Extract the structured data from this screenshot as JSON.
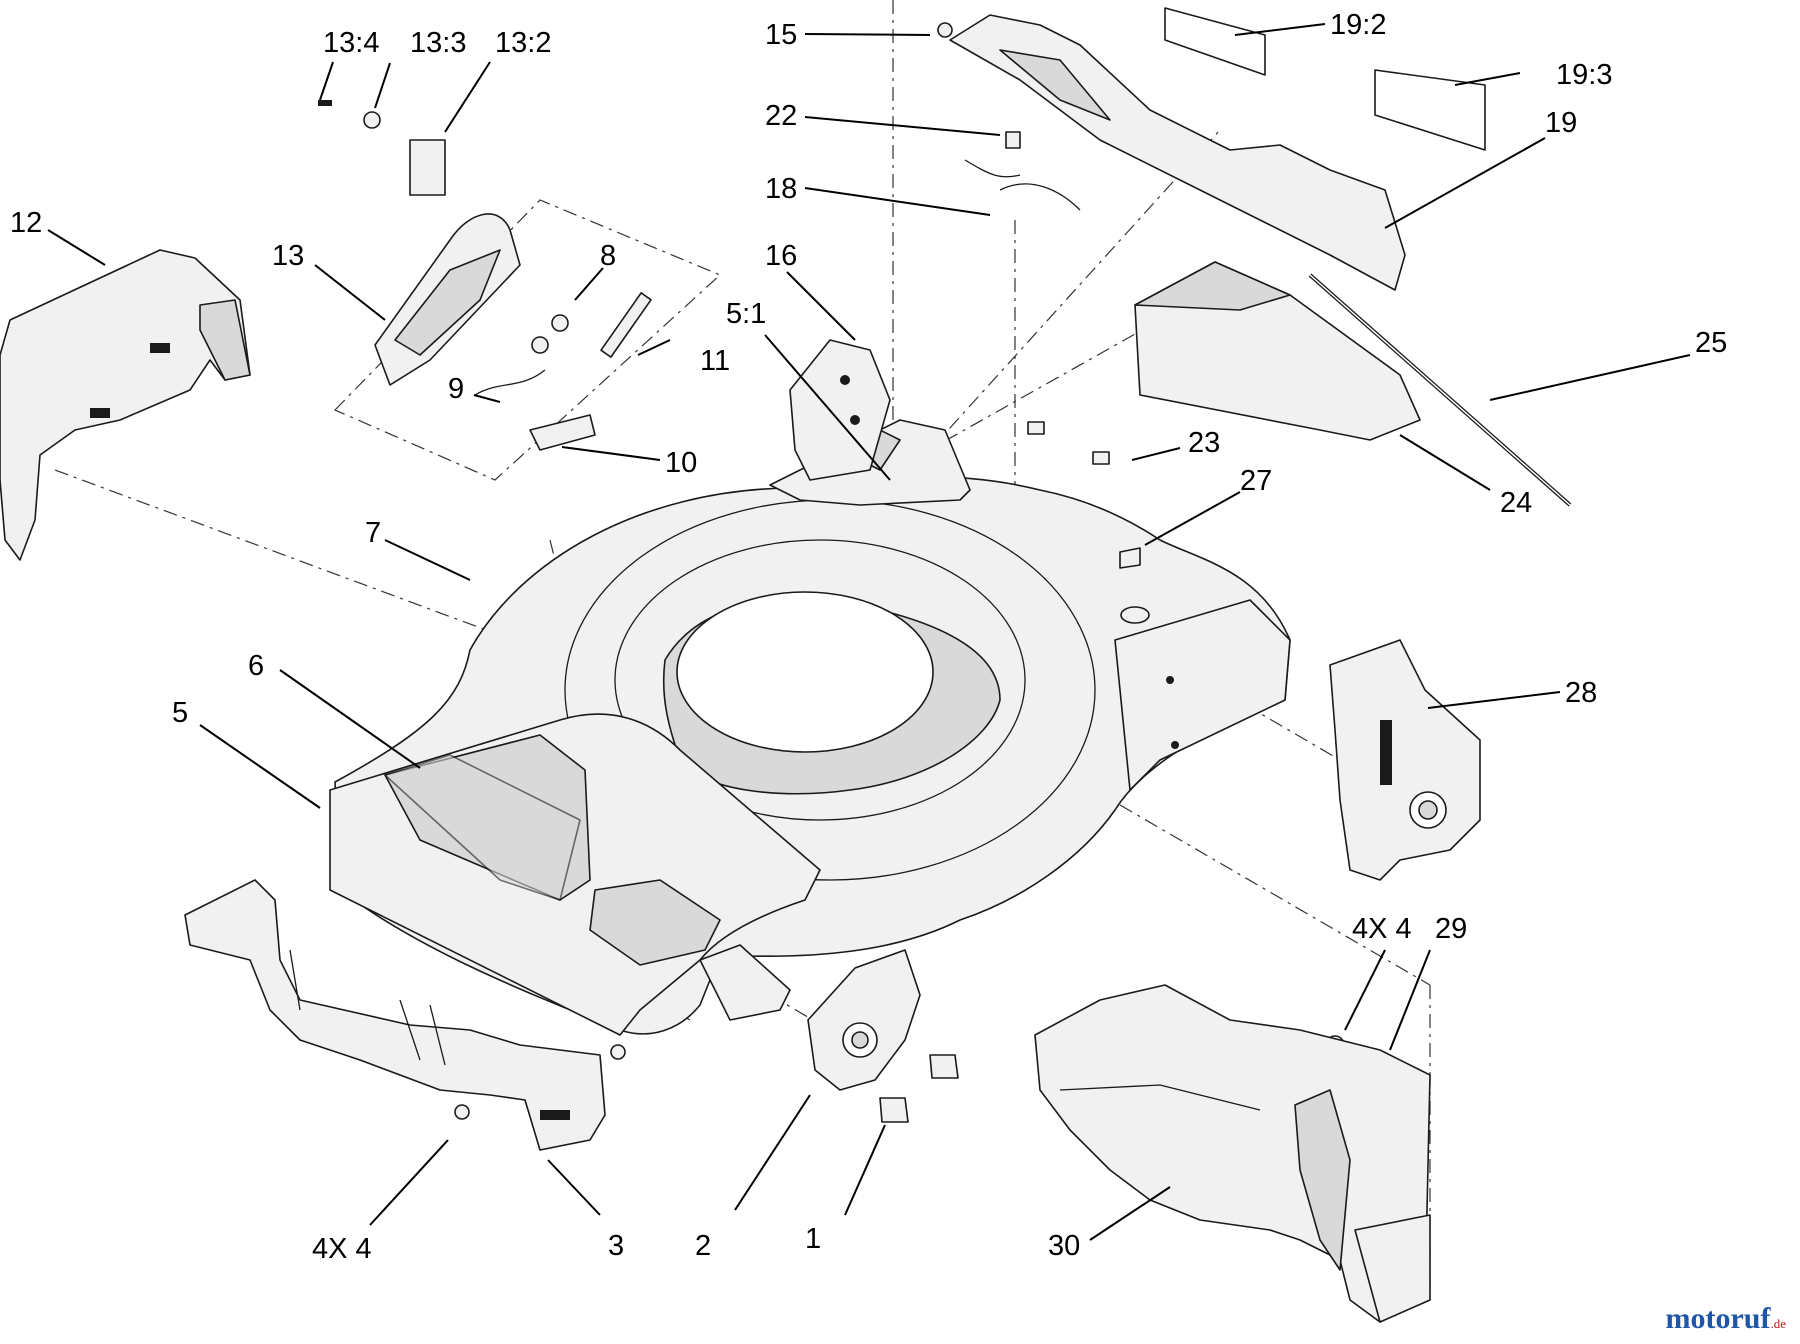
{
  "callouts": {
    "c13_4": "13:4",
    "c13_3": "13:3",
    "c13_2": "13:2",
    "c15": "15",
    "c19_2": "19:2",
    "c19_3": "19:3",
    "c19": "19",
    "c22": "22",
    "c18": "18",
    "c12": "12",
    "c13": "13",
    "c8": "8",
    "c16": "16",
    "c5_1": "5:1",
    "c11": "11",
    "c9": "9",
    "c10": "10",
    "c25": "25",
    "c23": "23",
    "c27": "27",
    "c24": "24",
    "c7": "7",
    "c6": "6",
    "c5": "5",
    "c28": "28",
    "c4x4_right": "4X 4",
    "c29": "29",
    "c4x4_left": "4X 4",
    "c3": "3",
    "c2": "2",
    "c1": "1",
    "c30": "30"
  },
  "watermark": {
    "name": "motoruf",
    "domain": ".de"
  }
}
